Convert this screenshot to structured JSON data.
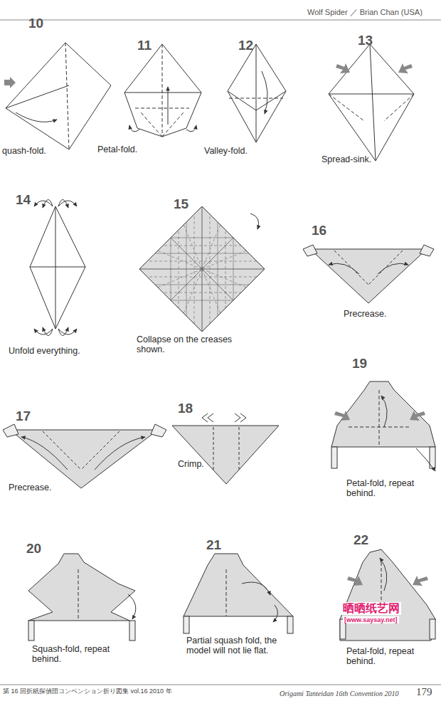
{
  "diagram": {
    "labels": [
      "Wolf Spider ／ Brian Chan (USA)",
      "10",
      "11",
      "12",
      "13",
      "quash-fold.",
      "Petal-fold.",
      "Valley-fold.",
      "Spread-sink.",
      "14",
      "15",
      "16",
      "Unfold everything.",
      "Collapse on the creases shown.",
      "Precrease.",
      "17",
      "18",
      "19",
      "Precrease.",
      "Crimp.",
      "Petal-fold, repeat behind.",
      "20",
      "21",
      "22",
      "Squash-fold, repeat behind.",
      "Partial squash fold, the model will not lie flat.",
      "Petal-fold, repeat behind.",
      "晒晒纸艺网",
      "[www.saysay.net]",
      "第 16 回折紙探偵団コンベンション折り図集 vol.16 2010 年",
      "Origami Tanteidan 16th Convention 2010",
      "179"
    ]
  }
}
